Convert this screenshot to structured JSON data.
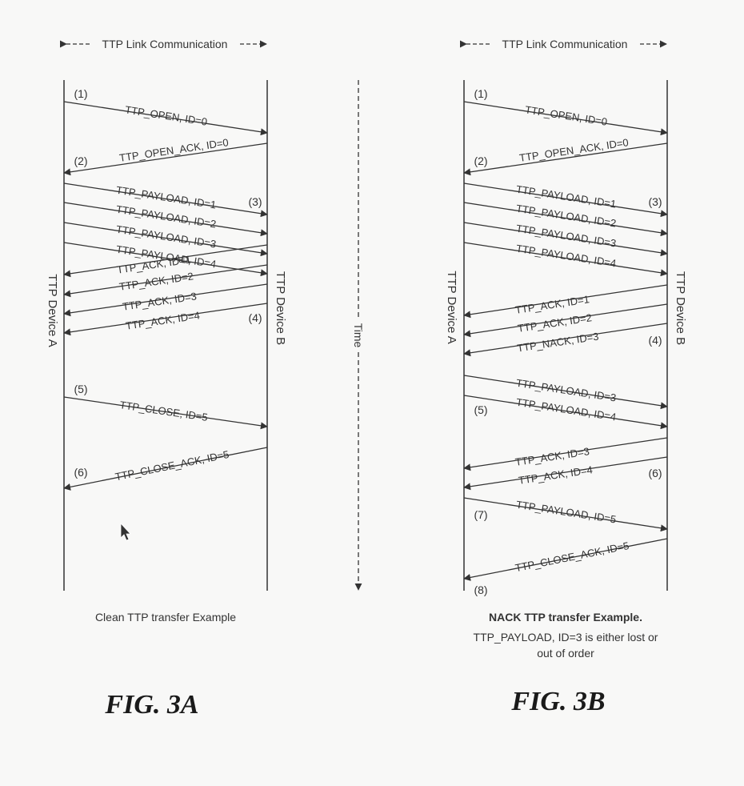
{
  "colors": {
    "ink": "#333333",
    "background": "#f8f8f7"
  },
  "time_axis": {
    "label": "Time"
  },
  "diagrams": [
    {
      "id": "3a",
      "header": "TTP Link Communication",
      "left_device": "TTP Device A",
      "right_device": "TTP Device B",
      "steps": [
        "(1)",
        "(2)",
        "(3)",
        "(4)",
        "(5)",
        "(6)"
      ],
      "messages": [
        "TTP_OPEN, ID=0",
        "TTP_OPEN_ACK, ID=0",
        "TTP_PAYLOAD, ID=1",
        "TTP_PAYLOAD, ID=2",
        "TTP_PAYLOAD, ID=3",
        "TTP_PAYLOAD, ID=4",
        "TTP_ACK, ID=1",
        "TTP_ACK, ID=2",
        "TTP_ACK, ID=3",
        "TTP_ACK, ID=4",
        "TTP_CLOSE, ID=5",
        "TTP_CLOSE_ACK, ID=5"
      ],
      "caption": "Clean TTP transfer Example",
      "fig_label": "FIG. 3A"
    },
    {
      "id": "3b",
      "header": "TTP Link Communication",
      "left_device": "TTP Device A",
      "right_device": "TTP Device B",
      "steps": [
        "(1)",
        "(2)",
        "(3)",
        "(4)",
        "(5)",
        "(6)",
        "(7)",
        "(8)"
      ],
      "messages": [
        "TTP_OPEN, ID=0",
        "TTP_OPEN_ACK, ID=0",
        "TTP_PAYLOAD, ID=1",
        "TTP_PAYLOAD, ID=2",
        "TTP_PAYLOAD, ID=3",
        "TTP_PAYLOAD, ID=4",
        "TTP_ACK, ID=1",
        "TTP_ACK, ID=2",
        "TTP_NACK, ID=3",
        "TTP_PAYLOAD, ID=3",
        "TTP_PAYLOAD, ID=4",
        "TTP_ACK, ID=3",
        "TTP_ACK, ID=4",
        "TTP_PAYLOAD, ID=5",
        "TTP_CLOSE_ACK, ID=5"
      ],
      "caption": "NACK TTP transfer Example.",
      "note_line1": "TTP_PAYLOAD, ID=3 is either lost or",
      "note_line2": "out of order",
      "fig_label": "FIG. 3B"
    }
  ]
}
